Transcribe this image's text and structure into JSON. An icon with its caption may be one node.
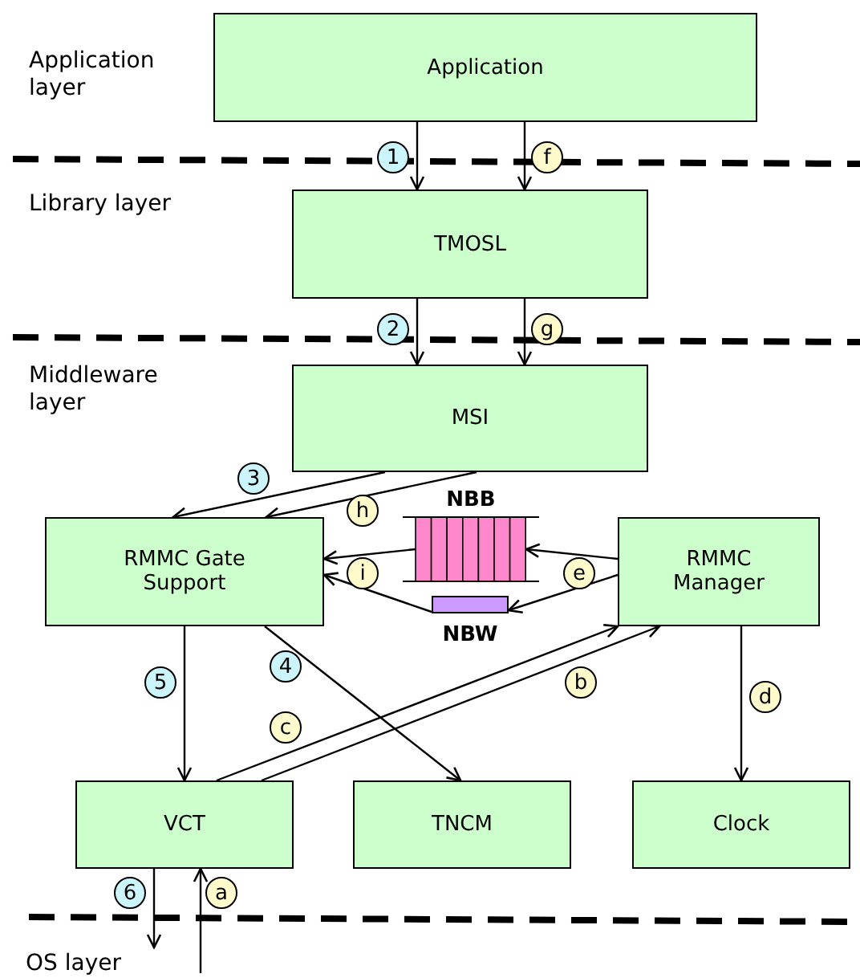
{
  "diagram": {
    "nodes": [
      {
        "text": [
          "Application"
        ]
      },
      {
        "text": [
          "TMOSL"
        ]
      },
      {
        "text": [
          "MSI"
        ]
      },
      {
        "text": [
          "RMMC Gate Support"
        ]
      },
      {
        "text": [
          "NBB"
        ]
      },
      {
        "text": [
          "RMMC Manager"
        ]
      },
      {
        "text": [
          "NBW"
        ]
      },
      {
        "text": [
          "VCT"
        ]
      },
      {
        "text": [
          "TNCM"
        ]
      },
      {
        "text": [
          "Clock"
        ]
      }
    ],
    "edges": [
      {
        "from": 0,
        "to": 1,
        "arrow": "to",
        "label": "1"
      },
      {
        "from": 0,
        "to": 1,
        "arrow": "to",
        "label": "f"
      },
      {
        "from": 1,
        "to": 2,
        "arrow": "to",
        "label": "2"
      },
      {
        "from": 1,
        "to": 2,
        "arrow": "to",
        "label": "g"
      },
      {
        "from": 2,
        "to": 3,
        "arrow": "to",
        "label": "3"
      },
      {
        "from": 2,
        "to": 3,
        "arrow": "to",
        "label": "h"
      },
      {
        "from": 4,
        "to": 3,
        "arrow": "to",
        "label": "i"
      },
      {
        "from": 6,
        "to": 3,
        "arrow": "to"
      },
      {
        "from": 5,
        "to": 4,
        "arrow": "to",
        "label": "e"
      },
      {
        "from": 5,
        "to": 6,
        "arrow": "to"
      },
      {
        "from": 3,
        "to": 7,
        "arrow": "to",
        "label": "5"
      },
      {
        "from": 3,
        "to": 8,
        "arrow": "to",
        "label": "4"
      },
      {
        "from": 7,
        "to": 5,
        "arrow": "to",
        "label": "c"
      },
      {
        "from": 7,
        "to": 5,
        "arrow": "to",
        "label": "b"
      },
      {
        "from": 5,
        "to": 9,
        "arrow": "to",
        "label": "d"
      },
      {
        "from": 7,
        "to": null,
        "arrow": "to",
        "label": "6"
      },
      {
        "from": null,
        "to": 7,
        "arrow": "to",
        "label": "a"
      }
    ],
    "labels": [
      "Application layer",
      "Library layer",
      "Middleware layer",
      "OS layer"
    ]
  }
}
